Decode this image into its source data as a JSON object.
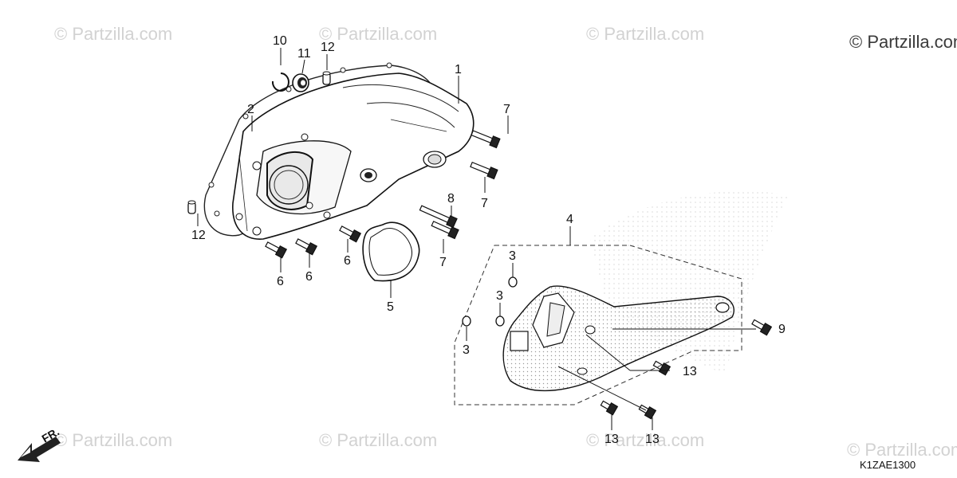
{
  "watermarks": {
    "main": "© Partzilla.com",
    "faint": "© Partzilla.com"
  },
  "callouts": {
    "c1": "1",
    "c2": "2",
    "c3a": "3",
    "c3b": "3",
    "c3c": "3",
    "c4": "4",
    "c5": "5",
    "c6a": "6",
    "c6b": "6",
    "c6c": "6",
    "c7a": "7",
    "c7b": "7",
    "c7c": "7",
    "c8": "8",
    "c9": "9",
    "c10": "10",
    "c11": "11",
    "c12a": "12",
    "c12b": "12",
    "c13a": "13",
    "c13b": "13",
    "c13c": "13"
  },
  "direction_label": "FR.",
  "diagram_code": "K1ZAE1300"
}
